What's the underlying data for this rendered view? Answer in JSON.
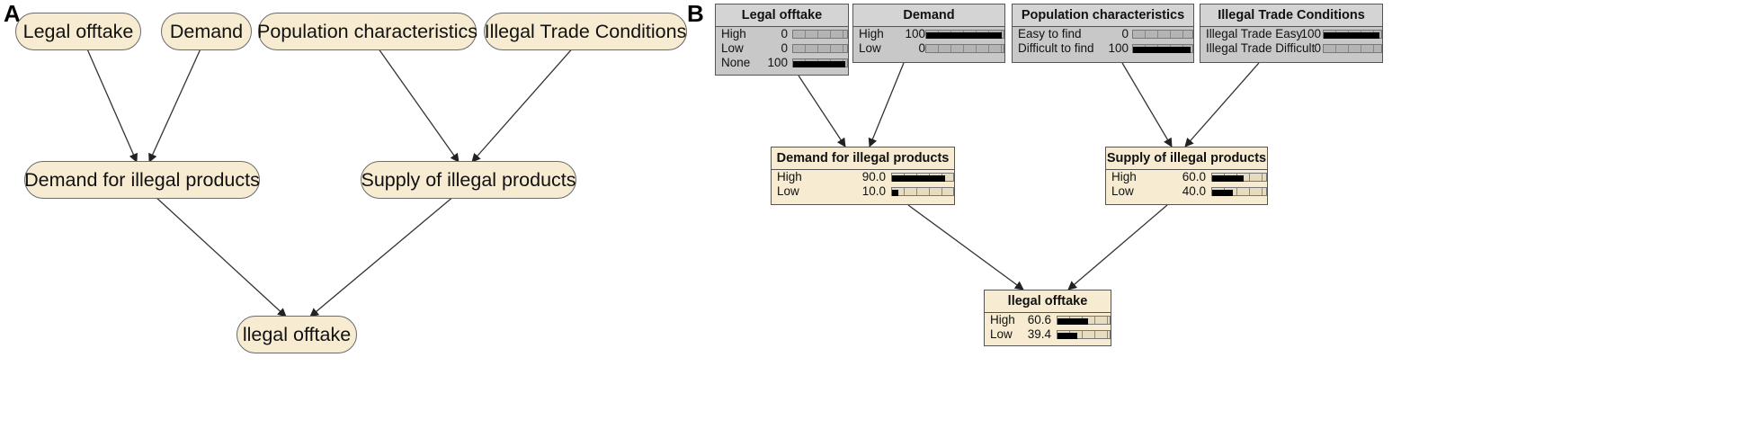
{
  "panels": {
    "a": "A",
    "b": "B"
  },
  "diagram_a": {
    "legal_offtake": "Legal offtake",
    "demand": "Demand",
    "population_characteristics": "Population characteristics",
    "illegal_trade_conditions": "Illegal Trade Conditions",
    "demand_for_illegal_products": "Demand for illegal products",
    "supply_of_illegal_products": "Supply of illegal products",
    "illegal_offtake": "llegal offtake"
  },
  "diagram_b": {
    "legal_offtake": {
      "title": "Legal offtake",
      "states": [
        {
          "label": "High",
          "value": "0",
          "fraction": 0
        },
        {
          "label": "Low",
          "value": "0",
          "fraction": 0
        },
        {
          "label": "None",
          "value": "100",
          "fraction": 1
        }
      ]
    },
    "demand": {
      "title": "Demand",
      "states": [
        {
          "label": "High",
          "value": "100",
          "fraction": 1
        },
        {
          "label": "Low",
          "value": "0",
          "fraction": 0
        }
      ]
    },
    "population_characteristics": {
      "title": "Population characteristics",
      "states": [
        {
          "label": "Easy to find",
          "value": "0",
          "fraction": 0
        },
        {
          "label": "Difficult to find",
          "value": "100",
          "fraction": 1
        }
      ]
    },
    "illegal_trade_conditions": {
      "title": "Illegal Trade Conditions",
      "states": [
        {
          "label": "Illegal Trade Easy",
          "value": "100",
          "fraction": 1
        },
        {
          "label": "Illegal Trade Difficult",
          "value": "0",
          "fraction": 0
        }
      ]
    },
    "demand_for_illegal_products": {
      "title": "Demand for illegal products",
      "states": [
        {
          "label": "High",
          "value": "90.0",
          "fraction": 0.9
        },
        {
          "label": "Low",
          "value": "10.0",
          "fraction": 0.1
        }
      ]
    },
    "supply_of_illegal_products": {
      "title": "Supply of illegal products",
      "states": [
        {
          "label": "High",
          "value": "60.0",
          "fraction": 0.6
        },
        {
          "label": "Low",
          "value": "40.0",
          "fraction": 0.4
        }
      ]
    },
    "illegal_offtake": {
      "title": "llegal offtake",
      "states": [
        {
          "label": "High",
          "value": "60.6",
          "fraction": 0.606
        },
        {
          "label": "Low",
          "value": "39.4",
          "fraction": 0.394
        }
      ]
    }
  }
}
